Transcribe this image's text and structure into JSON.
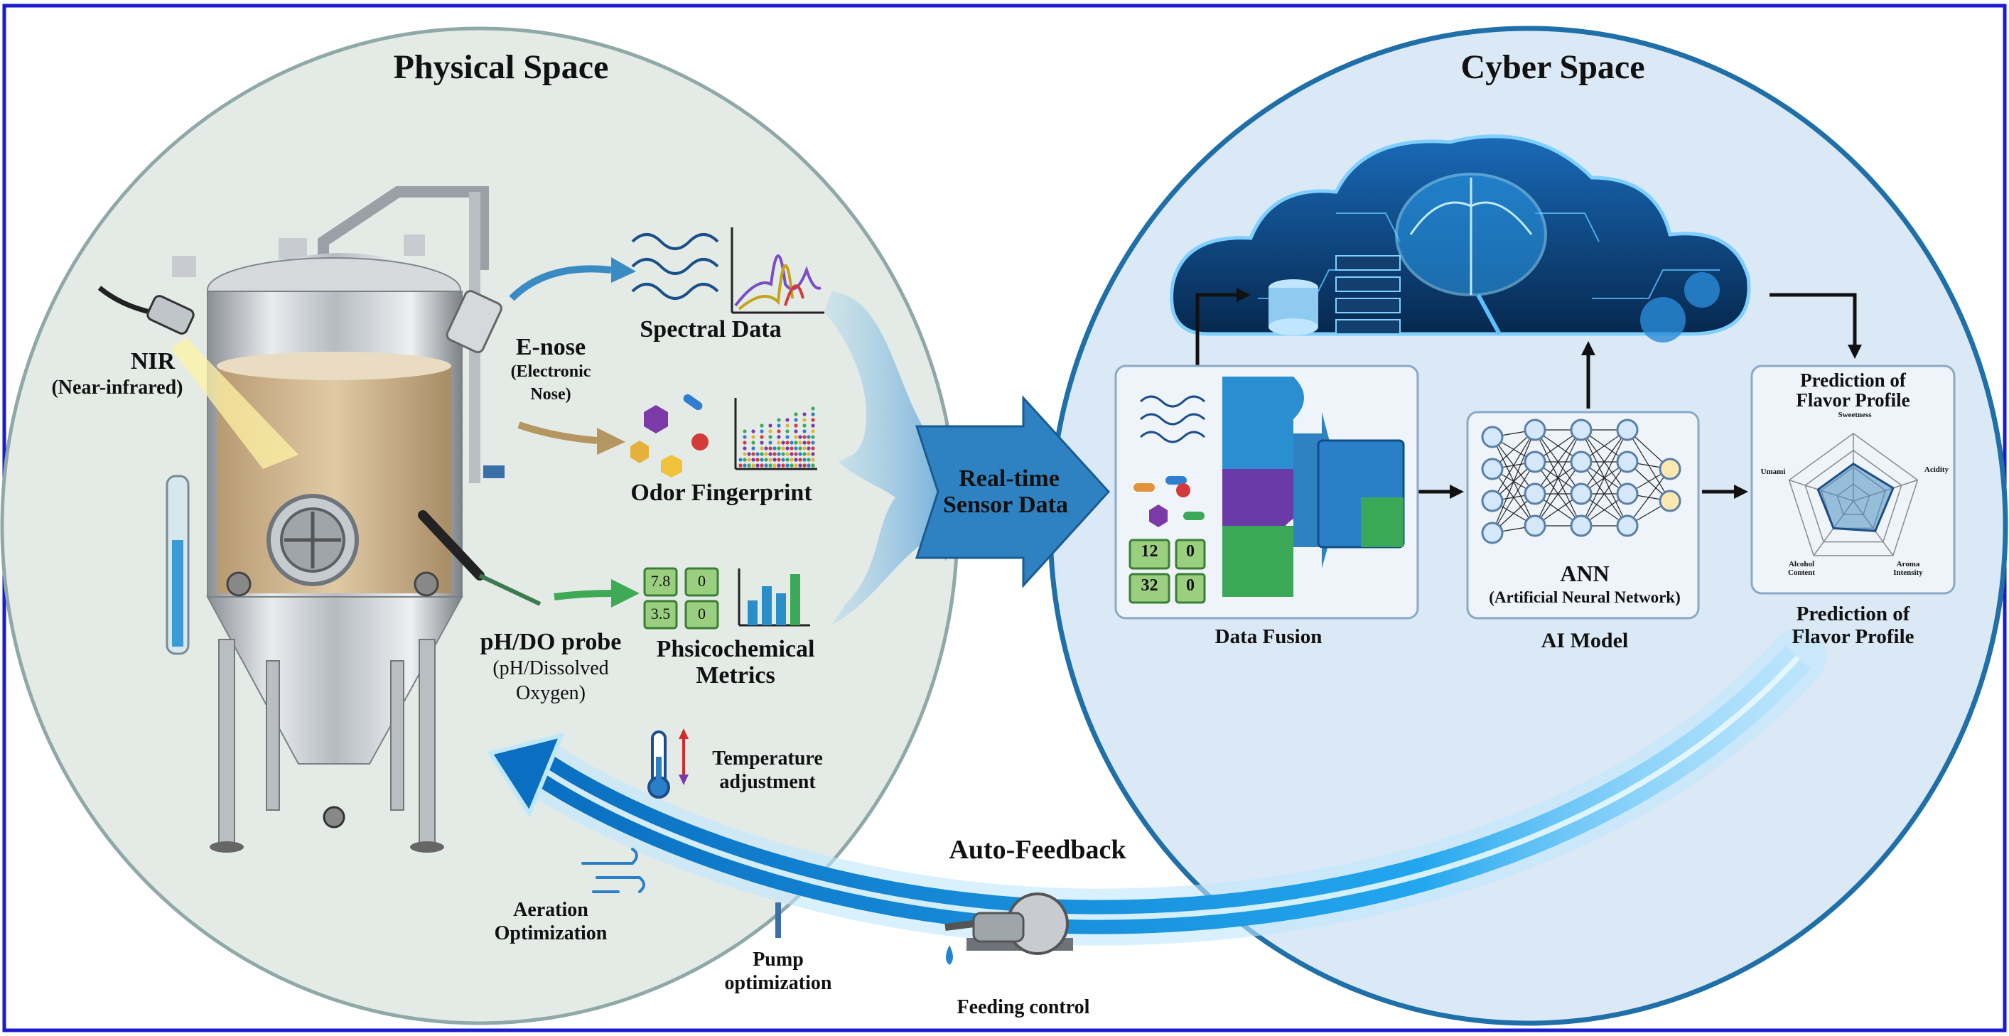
{
  "physical": {
    "title": "Physical Space",
    "nir_title": "NIR",
    "nir_sub": "(Near-infrared)",
    "enose_title": "E-nose",
    "enose_sub1": "(Electronic",
    "enose_sub2": "Nose)",
    "ph_title": "pH/DO probe",
    "ph_sub1": "(pH/Dissolved",
    "ph_sub2": "Oxygen)",
    "spectral": "Spectral Data",
    "odor": "Odor Fingerprint",
    "metrics1": "Phsicochemical",
    "metrics2": "Metrics",
    "metric_values": [
      "7.8",
      "0",
      "3.5",
      "0"
    ],
    "temp1": "Temperature",
    "temp2": "adjustment",
    "aeration1": "Aeration",
    "aeration2": "Optimization"
  },
  "flow": {
    "realtime1": "Real-time",
    "realtime2": "Sensor Data",
    "autofeedback": "Auto-Feedback",
    "pump1": "Pump",
    "pump2": "optimization",
    "feeding": "Feeding control"
  },
  "cyber": {
    "title": "Cyber Space",
    "fusion": "Data Fusion",
    "fusion_values": [
      "12",
      "0",
      "32",
      "0"
    ],
    "ann_title": "ANN",
    "ann_sub": "(Artificial Neural Network)",
    "ai_model": "AI Model",
    "pred_top1": "Prediction of",
    "pred_top2": "Flavor Profile",
    "pred_bot1": "Prediction of",
    "pred_bot2": "Flavor Profile",
    "radar_axes": {
      "sweetness": "Sweetness",
      "acidity": "Acidity",
      "aroma1": "Aroma",
      "aroma2": "Intensity",
      "alcohol1": "Alcohol",
      "alcohol2": "Content",
      "umami": "Umami"
    }
  },
  "colors": {
    "frame": "#1a1ad0",
    "physical_bg": "#e4ebe6",
    "cyber_bg": "#dbe9f6",
    "cyber_border": "#1f6fa8",
    "feedback": "#1aa3ea",
    "cloud": "#0d3f78"
  }
}
